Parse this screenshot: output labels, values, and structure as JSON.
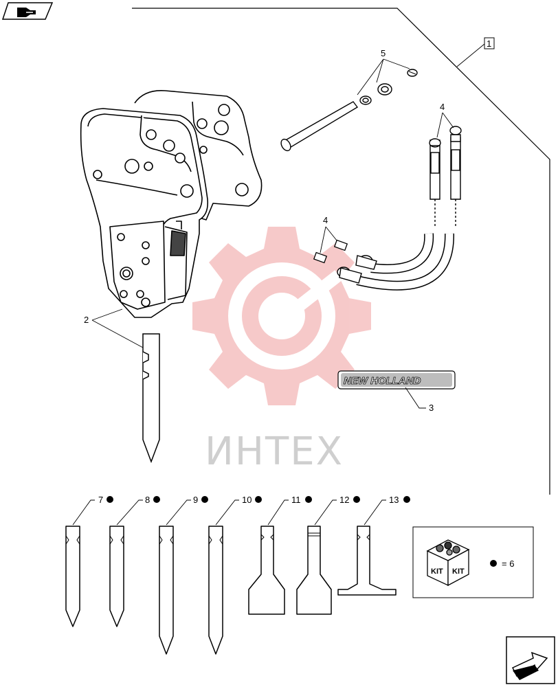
{
  "callouts": {
    "frame": "1",
    "pin": "2",
    "decal": "3",
    "fittings_lower": "4",
    "hoses": "4",
    "pin_parts": "5",
    "t7": "7",
    "t8": "8",
    "t9": "9",
    "t10": "10",
    "t11": "11",
    "t12": "12",
    "t13": "13"
  },
  "decal_text": "NEW HOLLAND",
  "watermark_text": "ИНТЕХ",
  "kit_legend": {
    "kit_label_left": "KIT",
    "kit_label_right": "KIT",
    "equation": "= 6"
  },
  "icons": [
    "book-icon",
    "next-page-arrow-icon"
  ],
  "colors": {
    "line": "#000000",
    "watermark_red": "#f4b8b8",
    "watermark_grey": "#cfcfcf"
  }
}
